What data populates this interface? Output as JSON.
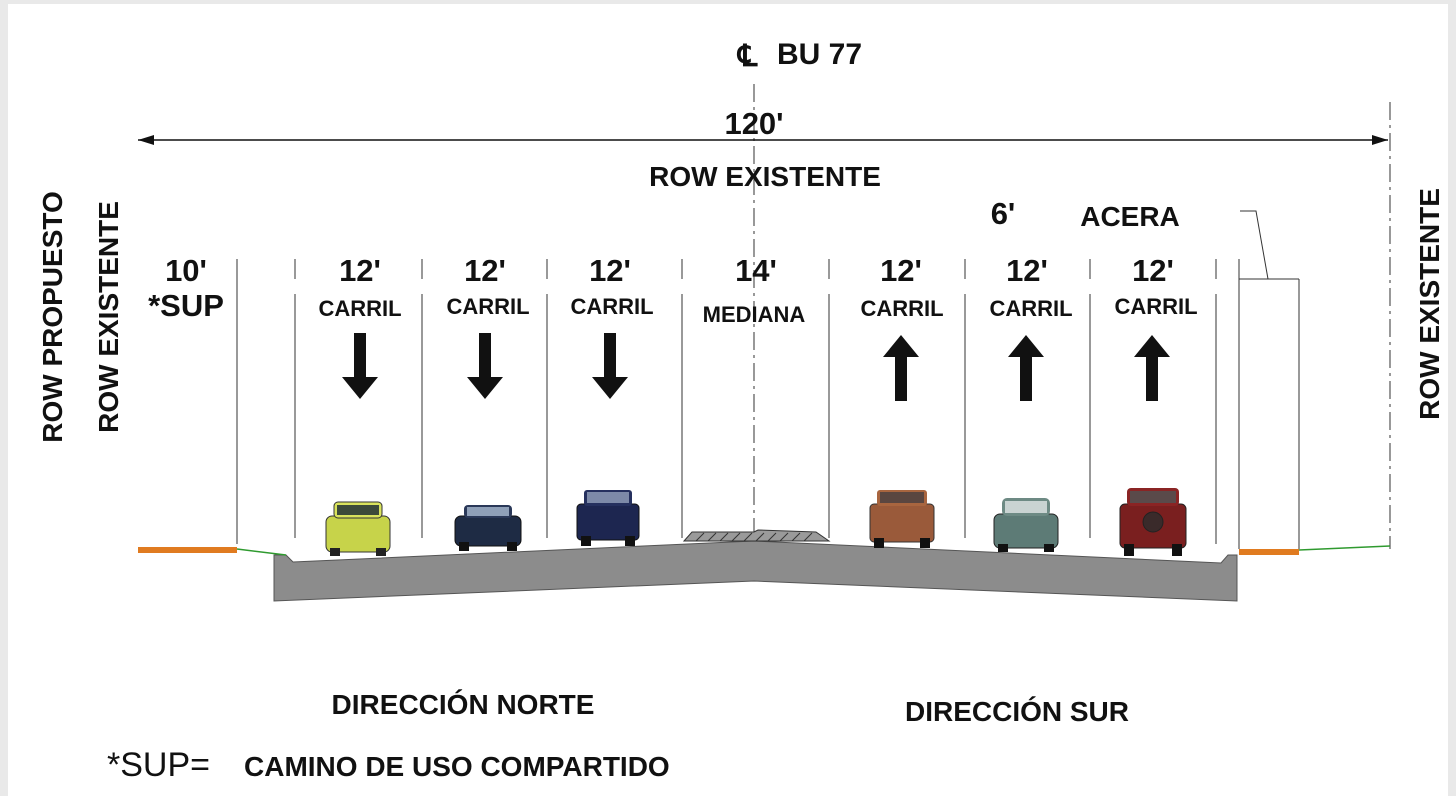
{
  "centerline": {
    "symbol": "℄",
    "label": "BU 77"
  },
  "total_width": "120'",
  "row_existing_top": "ROW EXISTENTE",
  "left_labels": {
    "row_proposed": "ROW PROPUESTO",
    "row_existing": "ROW EXISTENTE"
  },
  "right_label": "ROW EXISTENTE",
  "sup": {
    "width": "10'",
    "label": "*SUP"
  },
  "lanes": [
    {
      "width": "12'",
      "label": "CARRIL",
      "direction": "down"
    },
    {
      "width": "12'",
      "label": "CARRIL",
      "direction": "down"
    },
    {
      "width": "12'",
      "label": "CARRIL",
      "direction": "down"
    },
    {
      "width": "14'",
      "label": "MEDIANA",
      "direction": "none"
    },
    {
      "width": "12'",
      "label": "CARRIL",
      "direction": "up"
    },
    {
      "width": "12'",
      "label": "CARRIL",
      "direction": "up"
    },
    {
      "width": "12'",
      "label": "CARRIL",
      "direction": "up"
    }
  ],
  "sidewalk": {
    "width": "6'",
    "label": "ACERA"
  },
  "directions": {
    "north": "DIRECCIÓN NORTE",
    "south": "DIRECCIÓN SUR"
  },
  "footnote": {
    "key": "*SUP=",
    "text": "CAMINO DE USO COMPARTIDO"
  },
  "colors": {
    "pavement": "#8c8c8c",
    "sup_surface": "#e07b20",
    "grass": "#2f9a2f",
    "ink": "#111111"
  },
  "vehicle_icons": [
    "yellow-suv-icon",
    "dark-blue-sedan-icon",
    "navy-pickup-icon",
    "brown-pickup-icon",
    "teal-hatchback-icon",
    "red-suv-icon"
  ]
}
